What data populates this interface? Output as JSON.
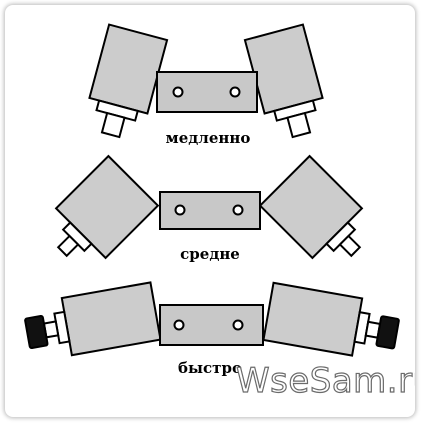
{
  "labels": {
    "slow": "медленно",
    "medium": "средне",
    "fast": "быстро"
  },
  "watermark": "WseSam.ru",
  "colors": {
    "motor_fill": "#cccccc",
    "plate_fill": "#c8c8c8",
    "knob_fill": "#111111",
    "outline": "#000000",
    "background": "#ffffff"
  }
}
